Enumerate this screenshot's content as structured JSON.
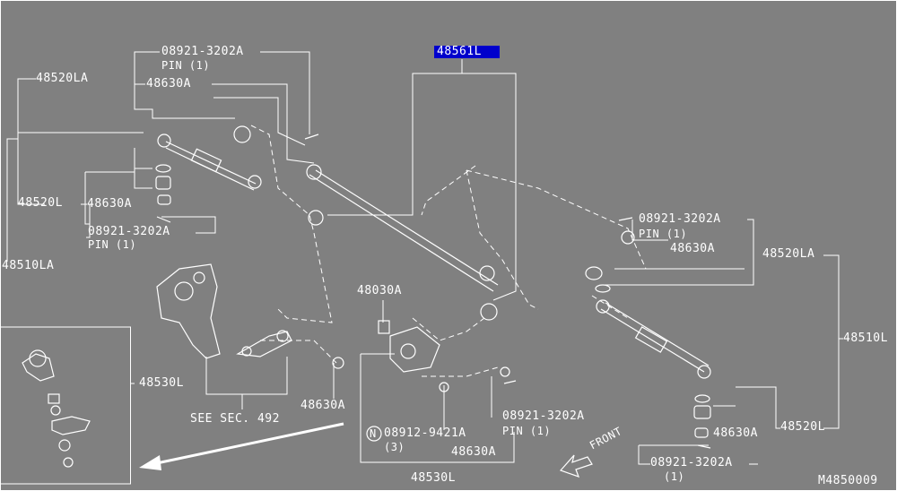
{
  "labels": {
    "l48561L": "48561L",
    "l08921a_top": "08921-3202A",
    "pin1_top": "PIN (1)",
    "l48520LA_left": "48520LA",
    "l48630A_top": "48630A",
    "l48520L_left": "48520L",
    "l48630A_left": "48630A",
    "l08921b_left": "08921-3202A",
    "pin1_left": "PIN (1)",
    "l48510LA": "48510LA",
    "l48030A": "48030A",
    "l48530L_box": "48530L",
    "l48630A_mid": "48630A",
    "see_sec": "SEE SEC. 492",
    "nut_08912": "08912-9421A",
    "nut_qty": "(3)",
    "l48630A_bottom": "48630A",
    "l48530L_bottom": "48530L",
    "l08921c_mid": "08921-3202A",
    "pin1_mid": "PIN (1)",
    "front": "FRONT",
    "l08921d_right": "08921-3202A",
    "pin1_right": "PIN (1)",
    "l48630A_right": "48630A",
    "l48520LA_right": "48520LA",
    "l48510L": "48510L",
    "l48520L_right": "48520L",
    "l48630A_right_low": "48630A",
    "l08921e_right": "08921-3202A",
    "qty1_right": "(1)",
    "circle_n": "N",
    "diagram_code": "M4850009"
  },
  "colors": {
    "background": "#808080",
    "line": "#ffffff",
    "highlight": "#0000cc"
  }
}
